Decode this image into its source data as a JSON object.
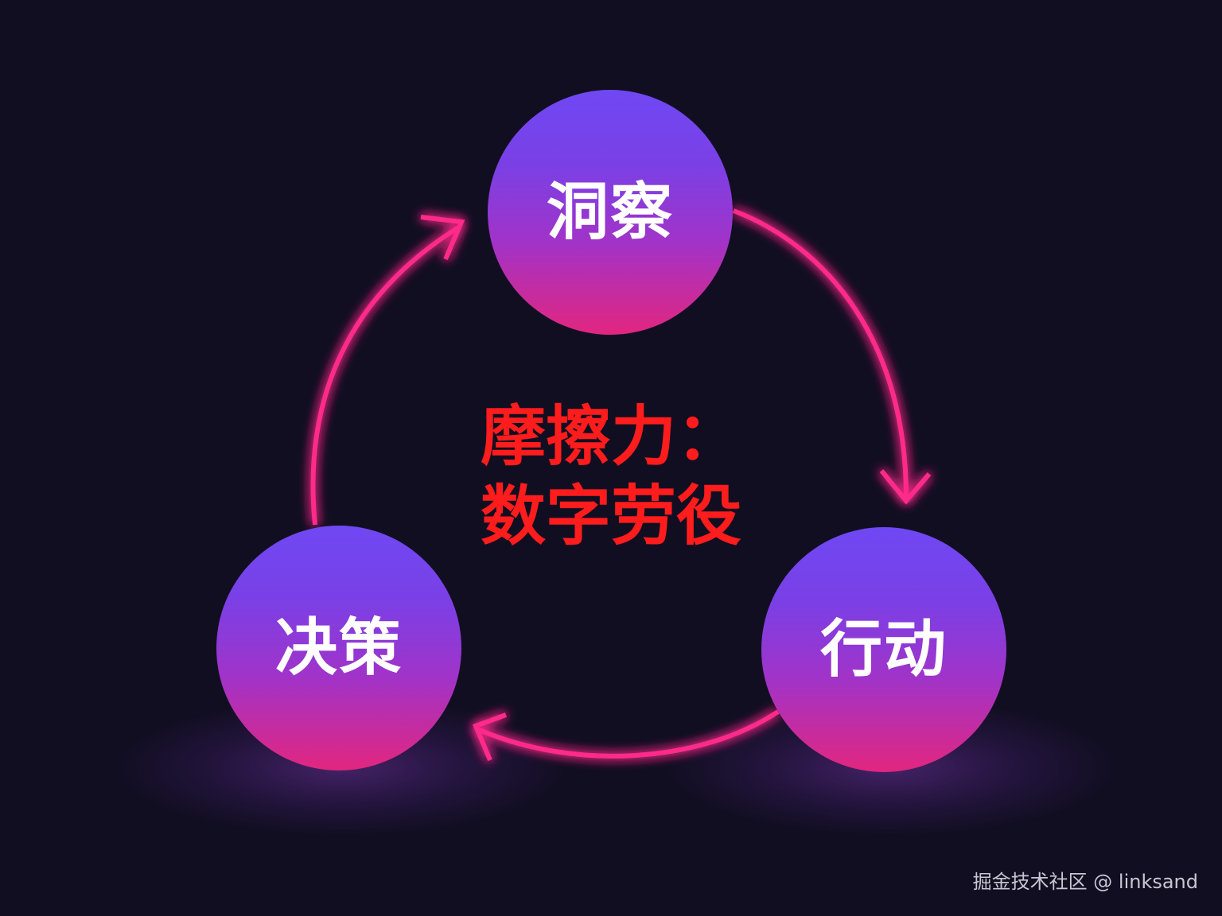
{
  "diagram": {
    "type": "cycle",
    "nodes": [
      {
        "id": "insight",
        "label": "洞察",
        "position": "top"
      },
      {
        "id": "action",
        "label": "行动",
        "position": "bottom-right"
      },
      {
        "id": "decision",
        "label": "决策",
        "position": "bottom-left"
      }
    ],
    "edges": [
      {
        "from": "洞察",
        "to": "行动",
        "direction": "clockwise"
      },
      {
        "from": "行动",
        "to": "决策",
        "direction": "clockwise"
      },
      {
        "from": "决策",
        "to": "洞察",
        "direction": "clockwise"
      }
    ],
    "center_text": {
      "line1": "摩擦力：",
      "line2": "数字劳役"
    }
  },
  "watermark": {
    "text": "掘金技术社区 @ linksand"
  },
  "colors": {
    "background": "#110e21",
    "node_gradient_top": "#6f48f3",
    "node_gradient_bottom": "#e2267f",
    "arrow": "#ff2a8a",
    "center_text": "#ff1c1c",
    "node_text": "#ffffff"
  }
}
